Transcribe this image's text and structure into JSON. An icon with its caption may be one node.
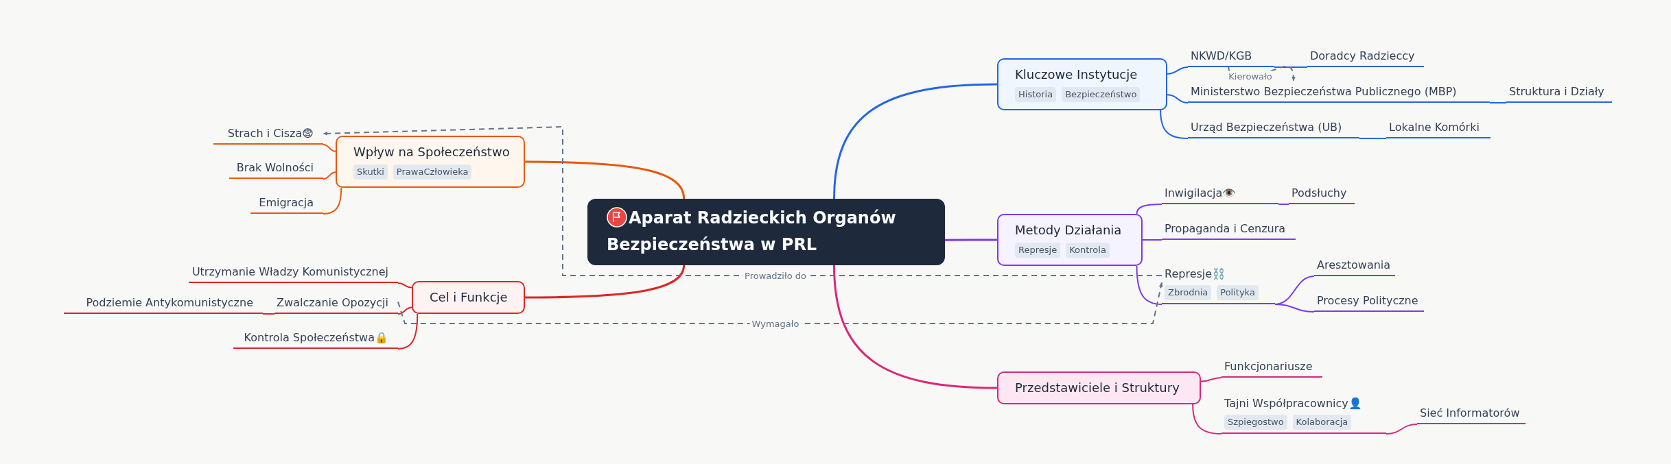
{
  "diagram": {
    "nodes": [
      {
        "text": [
          "Aparat Radzieckich Organów Bezpieczeństwa w PRL"
        ]
      },
      {
        "text": [
          "Kluczowe Instytucje",
          "Historia",
          "Bezpieczeństwo"
        ]
      },
      {
        "text": [
          "NKWD/KGB"
        ]
      },
      {
        "text": [
          "Doradcy Radzieccy"
        ]
      },
      {
        "text": [
          "Ministerstwo Bezpieczeństwa Publicznego (MBP)"
        ]
      },
      {
        "text": [
          "Struktura i Działy"
        ]
      },
      {
        "text": [
          "Urząd Bezpieczeństwa (UB)"
        ]
      },
      {
        "text": [
          "Lokalne Komórki"
        ]
      },
      {
        "text": [
          "Metody Działania",
          "Represje",
          "Kontrola"
        ]
      },
      {
        "text": [
          "Inwigilacja👁️"
        ]
      },
      {
        "text": [
          "Podsłuchy"
        ]
      },
      {
        "text": [
          "Propaganda i Cenzura"
        ]
      },
      {
        "text": [
          "Represje⛓️",
          "Zbrodnia",
          "Polityka"
        ]
      },
      {
        "text": [
          "Aresztowania"
        ]
      },
      {
        "text": [
          "Procesy Polityczne"
        ]
      },
      {
        "text": [
          "Przedstawiciele i Struktury"
        ]
      },
      {
        "text": [
          "Funkcjonariusze"
        ]
      },
      {
        "text": [
          "Tajni Współpracownicy👤",
          "Szpiegostwo",
          "Kolaboracja"
        ]
      },
      {
        "text": [
          "Sieć Informatorów"
        ]
      },
      {
        "text": [
          "Wpływ na Społeczeństwo",
          "Skutki",
          "PrawaCzłowieka"
        ]
      },
      {
        "text": [
          "Strach i Cisza😨"
        ]
      },
      {
        "text": [
          "Brak Wolności"
        ]
      },
      {
        "text": [
          "Emigracja"
        ]
      },
      {
        "text": [
          "Cel i Funkcje"
        ]
      },
      {
        "text": [
          "Utrzymanie Władzy Komunistycznej"
        ]
      },
      {
        "text": [
          "Zwalczanie Opozycji"
        ]
      },
      {
        "text": [
          "Podziemie Antykomunistyczne"
        ]
      },
      {
        "text": [
          "Kontrola Społeczeństwa🔒"
        ]
      }
    ],
    "edges": [
      {
        "from": 0,
        "to": 1,
        "arrow": "none",
        "color": "#2563eb"
      },
      {
        "from": 1,
        "to": 2,
        "arrow": "none",
        "color": "#2563eb"
      },
      {
        "from": 2,
        "to": 3,
        "arrow": "none",
        "color": "#2563eb"
      },
      {
        "from": 1,
        "to": 4,
        "arrow": "none",
        "color": "#2563eb"
      },
      {
        "from": 4,
        "to": 5,
        "arrow": "none",
        "color": "#2563eb"
      },
      {
        "from": 1,
        "to": 6,
        "arrow": "none",
        "color": "#2563eb"
      },
      {
        "from": 6,
        "to": 7,
        "arrow": "none",
        "color": "#2563eb"
      },
      {
        "from": 0,
        "to": 8,
        "arrow": "none",
        "color": "#7c3aed"
      },
      {
        "from": 8,
        "to": 9,
        "arrow": "none",
        "color": "#7c3aed"
      },
      {
        "from": 9,
        "to": 10,
        "arrow": "none",
        "color": "#7c3aed"
      },
      {
        "from": 8,
        "to": 11,
        "arrow": "none",
        "color": "#7c3aed"
      },
      {
        "from": 8,
        "to": 12,
        "arrow": "none",
        "color": "#7c3aed"
      },
      {
        "from": 12,
        "to": 13,
        "arrow": "none",
        "color": "#7c3aed"
      },
      {
        "from": 12,
        "to": 14,
        "arrow": "none",
        "color": "#7c3aed"
      },
      {
        "from": 0,
        "to": 15,
        "arrow": "none",
        "color": "#db2777"
      },
      {
        "from": 15,
        "to": 16,
        "arrow": "none",
        "color": "#db2777"
      },
      {
        "from": 15,
        "to": 17,
        "arrow": "none",
        "color": "#db2777"
      },
      {
        "from": 17,
        "to": 18,
        "arrow": "none",
        "color": "#db2777"
      },
      {
        "from": 0,
        "to": 19,
        "arrow": "none",
        "color": "#ea580c"
      },
      {
        "from": 19,
        "to": 20,
        "arrow": "none",
        "color": "#ea580c"
      },
      {
        "from": 19,
        "to": 21,
        "arrow": "none",
        "color": "#ea580c"
      },
      {
        "from": 19,
        "to": 22,
        "arrow": "none",
        "color": "#ea580c"
      },
      {
        "from": 0,
        "to": 23,
        "arrow": "none",
        "color": "#dc2626"
      },
      {
        "from": 23,
        "to": 24,
        "arrow": "none",
        "color": "#dc2626"
      },
      {
        "from": 23,
        "to": 25,
        "arrow": "none",
        "color": "#dc2626"
      },
      {
        "from": 25,
        "to": 26,
        "arrow": "none",
        "color": "#dc2626"
      },
      {
        "from": 23,
        "to": 27,
        "arrow": "none",
        "color": "#dc2626"
      },
      {
        "from": 2,
        "to": 4,
        "arrow": "to",
        "label": "Kierowało",
        "style": "dashed",
        "color": "#64748b"
      },
      {
        "from": 12,
        "to": 20,
        "arrow": "to",
        "label": "Prowadziło do",
        "style": "dashed",
        "color": "#64748b"
      },
      {
        "from": 25,
        "to": 12,
        "arrow": "to",
        "label": "Wymagało",
        "style": "dashed",
        "color": "#64748b"
      }
    ]
  }
}
